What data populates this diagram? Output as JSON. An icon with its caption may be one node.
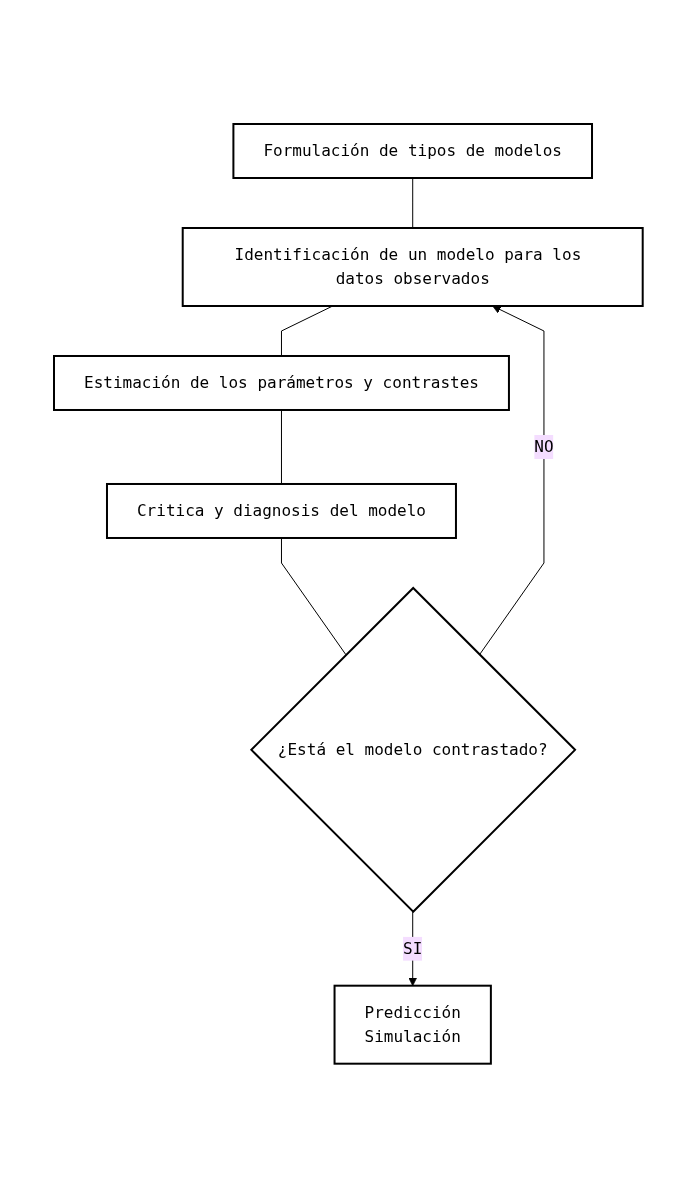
{
  "diagram": {
    "nodes": [
      {
        "text": [
          "Formulación de tipos de modelos"
        ]
      },
      {
        "text": [
          "Identificación de un modelo para los datos observados"
        ]
      },
      {
        "text": [
          "Estimación de los parámetros y contrastes"
        ]
      },
      {
        "text": [
          "Critica y diagnosis del modelo"
        ]
      },
      {
        "text": [
          "¿Está el modelo contrastado?"
        ]
      },
      {
        "text": [
          "Predicción",
          "Simulación"
        ]
      }
    ],
    "edges": [
      {
        "from": 0,
        "to": 1,
        "arrow": "none"
      },
      {
        "from": 1,
        "to": 2,
        "arrow": "none"
      },
      {
        "from": 2,
        "to": 3,
        "arrow": "none"
      },
      {
        "from": 3,
        "to": 4,
        "arrow": "none"
      },
      {
        "from": 4,
        "to": 1,
        "arrow": "to",
        "label": "NO"
      },
      {
        "from": 4,
        "to": 5,
        "arrow": "to",
        "label": "SI"
      }
    ]
  }
}
